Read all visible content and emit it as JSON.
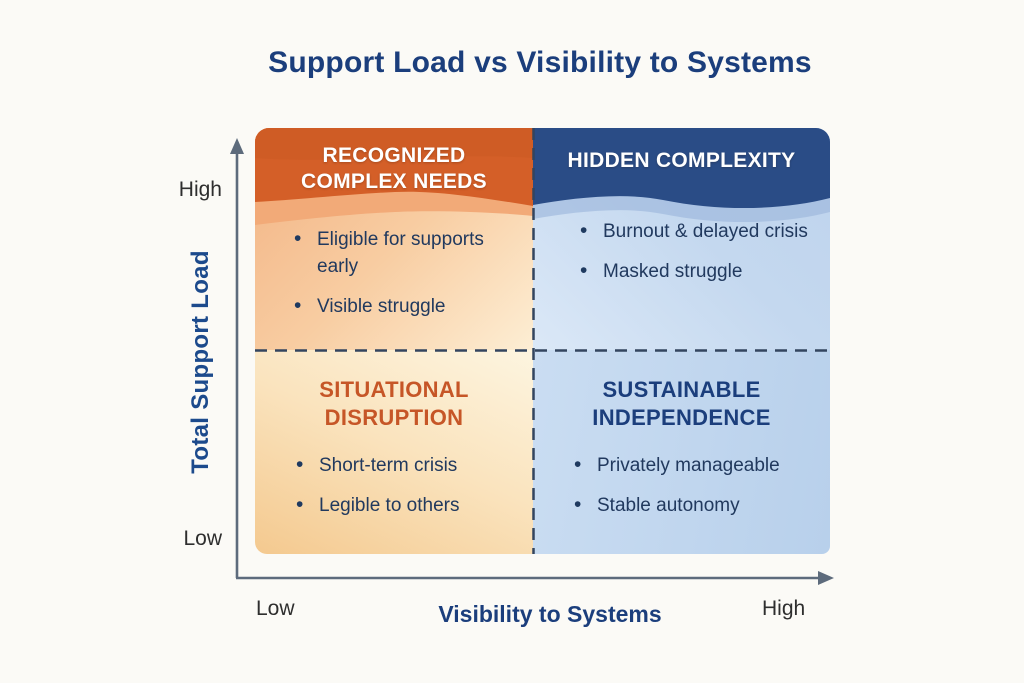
{
  "title": "Support Load vs Visibility to Systems",
  "y_axis": {
    "label": "Total Support Load",
    "high": "High",
    "low": "Low"
  },
  "x_axis": {
    "label": "Visibility to Systems",
    "low": "Low",
    "high": "High"
  },
  "quadrants": {
    "top_left": {
      "title_lines": [
        "RECOGNIZED",
        "COMPLEX NEEDS"
      ],
      "bullets": [
        "Eligible for supports early",
        "Visible struggle"
      ]
    },
    "top_right": {
      "title_lines": [
        "HIDDEN COMPLEXITY"
      ],
      "bullets": [
        "Burnout & delayed crisis",
        "Masked struggle"
      ]
    },
    "bottom_left": {
      "title_lines": [
        "SITUATIONAL",
        "DISRUPTION"
      ],
      "bullets": [
        "Short-term crisis",
        "Legible to others"
      ]
    },
    "bottom_right": {
      "title_lines": [
        "SUSTAINABLE",
        "INDEPENDENCE"
      ],
      "bullets": [
        "Privately manageable",
        "Stable autonomy"
      ]
    }
  },
  "colors": {
    "title_navy": "#1b3e7c",
    "orange_header": "#d45f28",
    "orange_band": "#f2aa78",
    "blue_header": "#2a4c86",
    "blue_band": "#9db7dc",
    "orange_heading_text": "#c65627",
    "blue_heading_text": "#1b3e7c",
    "bullet_text": "#21395e",
    "dash_line": "#33455f",
    "axis_line": "#5d6b7c",
    "axis_label_text": "#2e2e2e",
    "y_axis_title_blue": "#1c4a8c"
  }
}
